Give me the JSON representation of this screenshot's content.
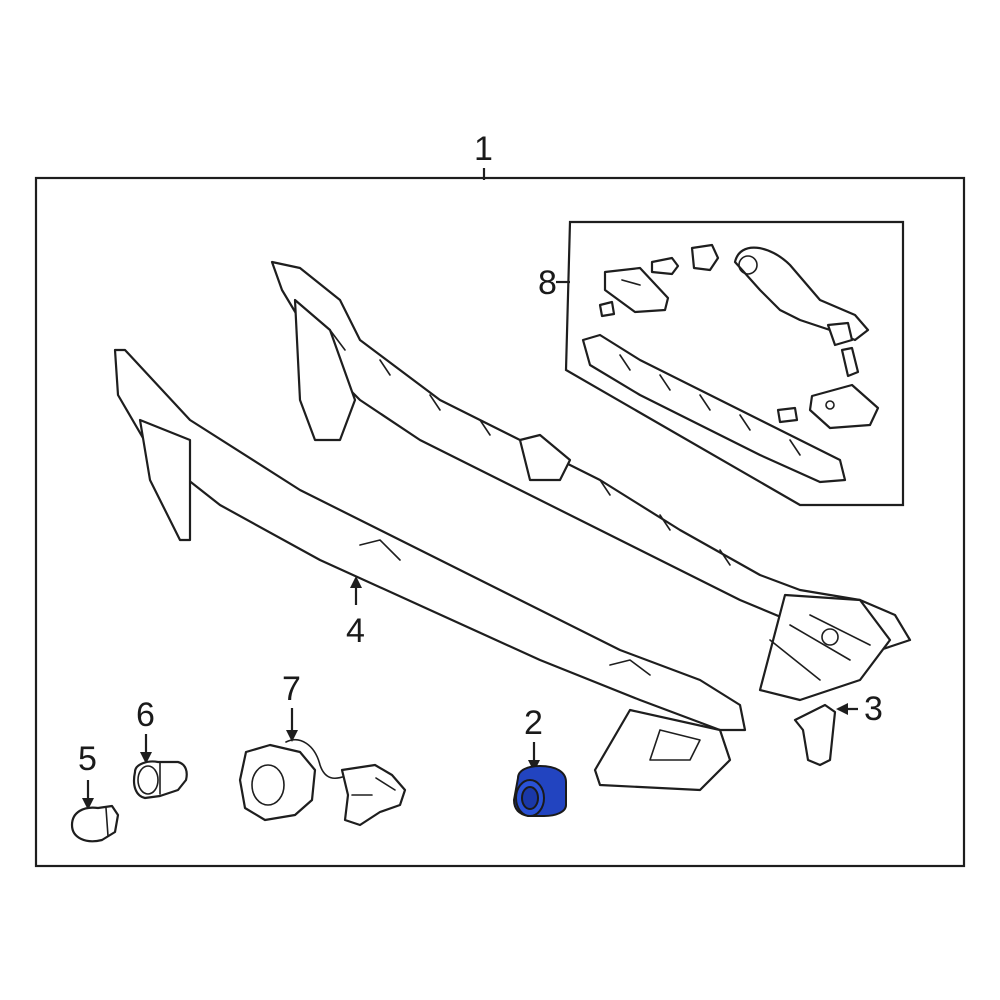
{
  "callouts": {
    "c1": "1",
    "c2": "2",
    "c3": "3",
    "c4": "4",
    "c5": "5",
    "c6": "6",
    "c7": "7",
    "c8": "8"
  },
  "parts": [
    {
      "number": "1",
      "name": "bumper-assembly-frame"
    },
    {
      "number": "2",
      "name": "parking-sensor"
    },
    {
      "number": "3",
      "name": "bracket"
    },
    {
      "number": "4",
      "name": "bumper-reinforcement"
    },
    {
      "number": "5",
      "name": "bulb"
    },
    {
      "number": "6",
      "name": "socket"
    },
    {
      "number": "7",
      "name": "wiring-harness"
    },
    {
      "number": "8",
      "name": "lamp-kit-group"
    }
  ],
  "colors": {
    "highlight": "#2244c0",
    "outline": "#1e1e1e",
    "background": "#ffffff"
  }
}
